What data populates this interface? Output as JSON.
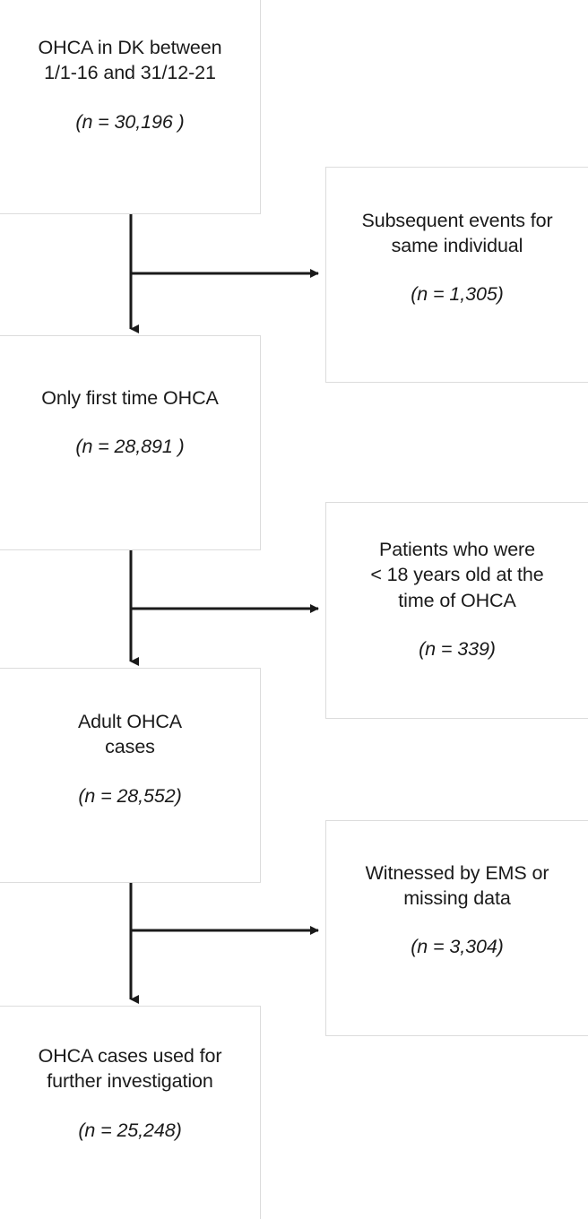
{
  "diagram": {
    "type": "flowchart",
    "orientation": "vertical-with-right-exclusions",
    "line_color": "#1a1a1a",
    "box_border_color": "#dcdcdc",
    "background_color": "#ffffff"
  },
  "nodes": {
    "total": {
      "title": "OHCA in DK between\n1/1-16 and 31/12-21",
      "count": "(n = 30,196 )"
    },
    "first_time": {
      "title": "Only first time OHCA",
      "count": "(n = 28,891 )"
    },
    "adult": {
      "title": "Adult OHCA\ncases",
      "count": "(n = 28,552)"
    },
    "final": {
      "title": "OHCA cases used for\nfurther investigation",
      "count": "(n = 25,248)"
    }
  },
  "exclusions": {
    "subsequent_events": {
      "title": "Subsequent events for\nsame individual",
      "count": "(n = 1,305)"
    },
    "minors": {
      "title": "Patients who were\n< 18 years old at the\ntime of OHCA",
      "count": "(n = 339)"
    },
    "ems_or_missing": {
      "title": "Witnessed by EMS or\nmissing data",
      "count": "(n = 3,304)"
    }
  },
  "connectors": [
    {
      "name": "total-to-firsttime",
      "kind": "down-arrow"
    },
    {
      "name": "total-to-subsequent",
      "kind": "right-arrow"
    },
    {
      "name": "firsttime-to-adult",
      "kind": "down-arrow"
    },
    {
      "name": "firsttime-to-minors",
      "kind": "right-arrow"
    },
    {
      "name": "adult-to-final",
      "kind": "down-arrow"
    },
    {
      "name": "adult-to-ems",
      "kind": "right-arrow"
    }
  ]
}
